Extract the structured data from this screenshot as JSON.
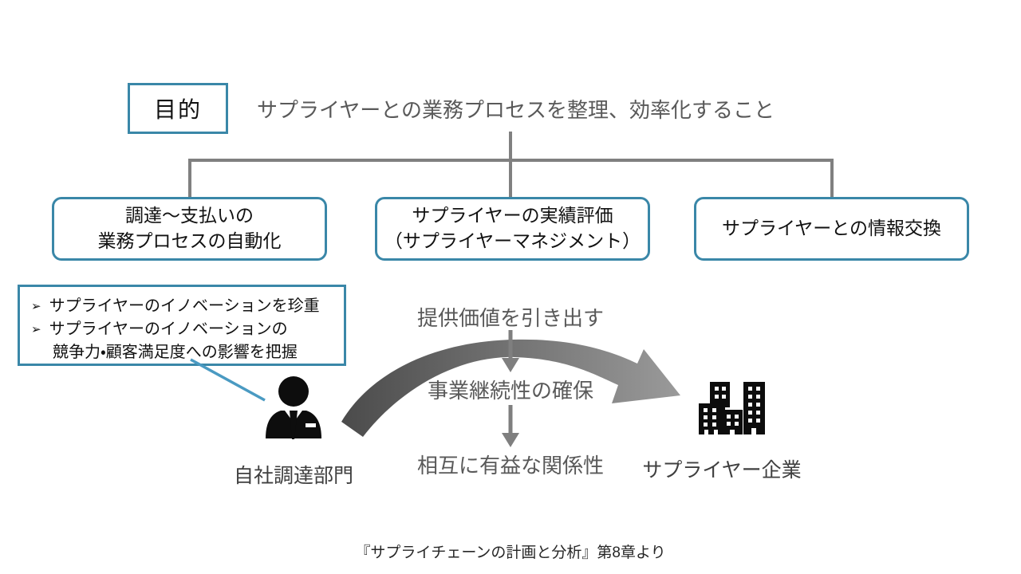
{
  "slide": {
    "purpose": {
      "label": "目的",
      "description": "サプライヤーとの業務プロセスを整理、効率化すること"
    },
    "process_boxes": {
      "automation": {
        "line1": "調達～支払いの",
        "line2": "業務プロセスの自動化"
      },
      "evaluation": {
        "line1": "サプライヤーの実績評価",
        "line2": "（サプライヤーマネジメント）"
      },
      "information": {
        "line1": "サプライヤーとの情報交換"
      }
    },
    "innovation_note": {
      "marker": "➢",
      "bullet1": "サプライヤーのイノベーションを珍重",
      "bullet2_line1": "サプライヤーのイノベーションの",
      "bullet2_line2": "競争力・顧客満足度への影響を把握"
    },
    "value_flow": {
      "step1": "提供価値を引き出す",
      "step2": "事業継続性の確保",
      "step3": "相互に有益な関係性"
    },
    "actors": {
      "procurement_label": "自社調達部門",
      "supplier_label": "サプライヤー企業"
    },
    "caption": "『サプライチェーンの計画と分析』第8章より"
  },
  "icons": {
    "businessman": "businessman-icon",
    "buildings": "buildings-icon",
    "down_arrow": "down-arrow-icon",
    "curved_arrow": "curved-arrow-icon"
  },
  "colors": {
    "accent_teal": "#3a87a8",
    "callout_blue": "#4a9ac2",
    "connector_gray": "#808080",
    "flow_text_gray": "#595959",
    "arrow_gradient_dark": "#4b4b4b",
    "arrow_gradient_light": "#9a9a9a",
    "icon_black": "#0d0d0d"
  }
}
